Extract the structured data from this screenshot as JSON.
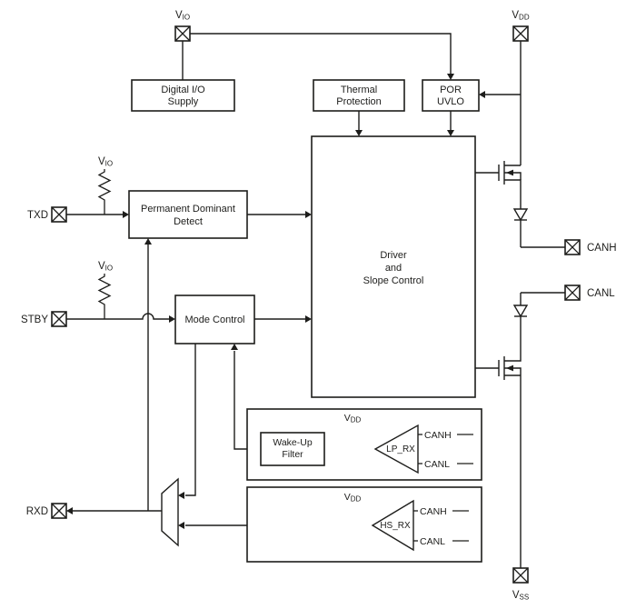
{
  "diagram": {
    "colors": {
      "line": "#1d1d1b",
      "background": "#ffffff",
      "block_fill": "#ffffff"
    },
    "pins": {
      "vio": {
        "base": "V",
        "sub": "IO"
      },
      "vdd": {
        "base": "V",
        "sub": "DD"
      },
      "vss": {
        "base": "V",
        "sub": "SS"
      },
      "txd": {
        "label": "TXD"
      },
      "stby": {
        "label": "STBY"
      },
      "rxd": {
        "label": "RXD"
      },
      "canh": {
        "label": "CANH"
      },
      "canl": {
        "label": "CANL"
      }
    },
    "pullups": {
      "txd": {
        "base": "V",
        "sub": "IO"
      },
      "stby": {
        "base": "V",
        "sub": "IO"
      }
    },
    "blocks": {
      "digital_io_supply": {
        "line1": "Digital I/O",
        "line2": "Supply"
      },
      "thermal_protection": {
        "line1": "Thermal",
        "line2": "Protection"
      },
      "por_uvlo": {
        "line1": "POR",
        "line2": "UVLO"
      },
      "permanent_dominant_detect": {
        "line1": "Permanent Dominant",
        "line2": "Detect"
      },
      "mode_control": {
        "line1": "Mode Control"
      },
      "driver_slope_control": {
        "line1": "Driver",
        "line2": "and",
        "line3": "Slope Control"
      },
      "wake_up_filter": {
        "line1": "Wake-Up",
        "line2": "Filter"
      },
      "lp_rx": {
        "label": "LP_RX",
        "vdd_base": "V",
        "vdd_sub": "DD",
        "canh": "CANH",
        "canl": "CANL"
      },
      "hs_rx": {
        "label": "HS_RX",
        "vdd_base": "V",
        "vdd_sub": "DD",
        "canh": "CANH",
        "canl": "CANL"
      }
    }
  }
}
